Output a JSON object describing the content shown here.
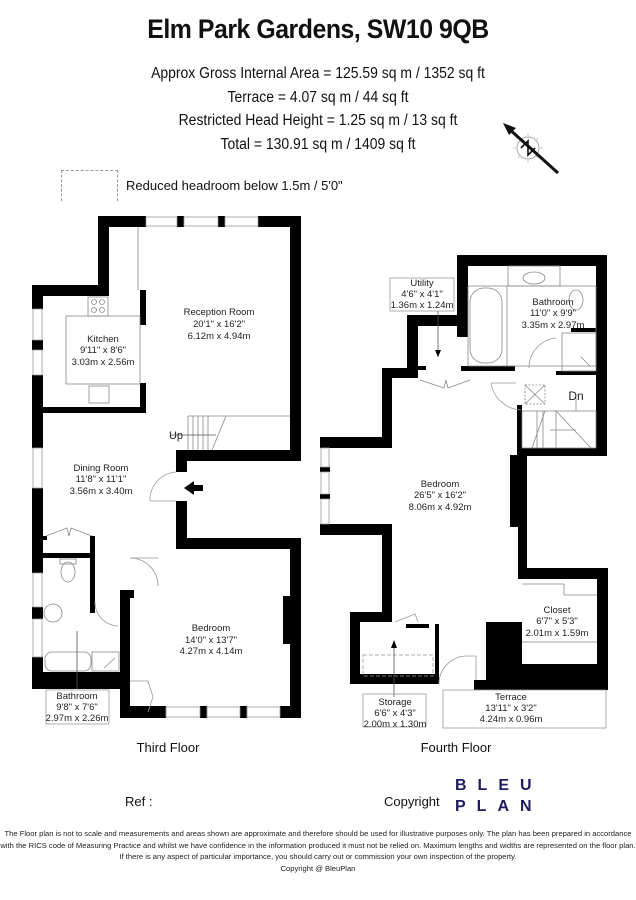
{
  "header": {
    "title": "Elm Park Gardens, SW10 9QB",
    "areas": [
      "Approx Gross Internal Area = 125.59 sq m / 1352 sq ft",
      "Terrace = 4.07 sq m / 44 sq ft",
      "Restricted Head Height = 1.25 sq m / 13 sq ft",
      "Total = 130.91 sq m / 1409 sq ft"
    ],
    "compass_icon": "north-arrow-compass",
    "compass_letter": "N"
  },
  "legend": {
    "label": "Reduced headroom below 1.5m / 5'0\""
  },
  "floors": [
    {
      "name": "Third Floor",
      "stair_label": "Up",
      "rooms": [
        {
          "name": "Reception Room",
          "imperial": "20'1\" x 16'2\"",
          "metric": "6.12m x 4.94m"
        },
        {
          "name": "Kitchen",
          "imperial": "9'11\" x 8'6\"",
          "metric": "3.03m x 2.56m"
        },
        {
          "name": "Dining Room",
          "imperial": "11'8\" x 11'1\"",
          "metric": "3.56m x 3.40m"
        },
        {
          "name": "Bedroom",
          "imperial": "14'0\" x 13'7\"",
          "metric": "4.27m x 4.14m"
        },
        {
          "name": "Bathroom",
          "imperial": "9'8\" x 7'6\"",
          "metric": "2.97m x 2.26m"
        }
      ]
    },
    {
      "name": "Fourth Floor",
      "stair_label": "Dn",
      "rooms": [
        {
          "name": "Utility",
          "imperial": "4'6\" x 4'1\"",
          "metric": "1.36m x 1.24m"
        },
        {
          "name": "Bathroom",
          "imperial": "11'0\" x 9'9\"",
          "metric": "3.35m x 2.97m"
        },
        {
          "name": "Bedroom",
          "imperial": "26'5\" x 16'2\"",
          "metric": "8.06m x 4.92m"
        },
        {
          "name": "Closet",
          "imperial": "6'7\" x 5'3\"",
          "metric": "2.01m x 1.59m"
        },
        {
          "name": "Storage",
          "imperial": "6'6\" x 4'3\"",
          "metric": "2.00m x 1.30m"
        },
        {
          "name": "Terrace",
          "imperial": "13'11\" x 3'2\"",
          "metric": "4.24m x 0.96m"
        }
      ]
    }
  ],
  "footer": {
    "ref_label": "Ref  :",
    "copyright_label": "Copyright",
    "logo_line1": "BLEU",
    "logo_line2": "PLAN",
    "brand_color": "#1f1b5e",
    "disclaimer": [
      "The Floor plan is not to scale and measurements and areas shown are approximate and therefore should be used for illustrative purposes only. The plan has been prepared in accordance",
      "with the RICS code of Measuring Practice and whilst we have confidence in the information produced it must not be relied on. Maximum lengths and widths are represented on the floor plan.",
      "If there is any aspect of particular importance, you should carry out or commission your own inspection of the property.",
      "Copyright @ BleuPlan"
    ]
  }
}
